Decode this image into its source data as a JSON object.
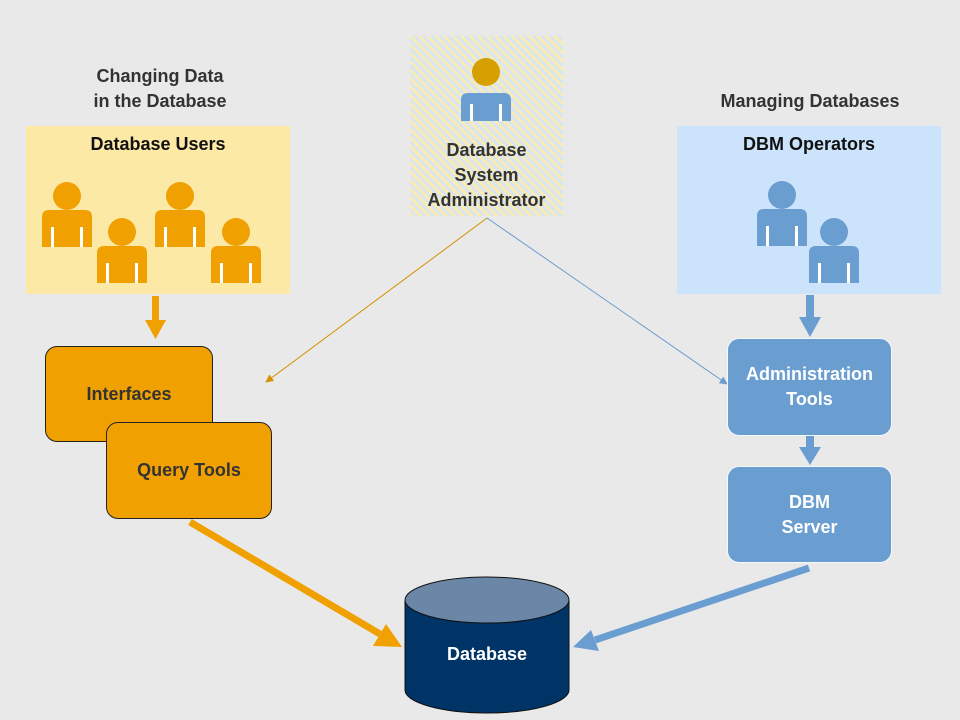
{
  "left_section": {
    "heading_line1": "Changing Data",
    "heading_line2": "in the Database",
    "panel_title": "Database Users"
  },
  "right_section": {
    "heading": "Managing Databases",
    "panel_title": "DBM Operators"
  },
  "admin": {
    "line1": "Database",
    "line2": "System",
    "line3": "Administrator"
  },
  "boxes": {
    "interfaces": "Interfaces",
    "query_tools": "Query Tools",
    "admin_tools_line1": "Administration",
    "admin_tools_line2": "Tools",
    "dbm_server_line1": "DBM",
    "dbm_server_line2": "Server"
  },
  "database": {
    "label": "Database"
  },
  "colors": {
    "orange": "#f0a000",
    "orange_person": "#f0a000",
    "blue": "#6a9dd0",
    "database_fill": "#003366",
    "database_top": "#6a87a8",
    "users_panel": "#fde9a6",
    "operators_panel": "#cce4fb",
    "background": "#e9e9e9"
  },
  "icons": [
    "person-icon"
  ]
}
